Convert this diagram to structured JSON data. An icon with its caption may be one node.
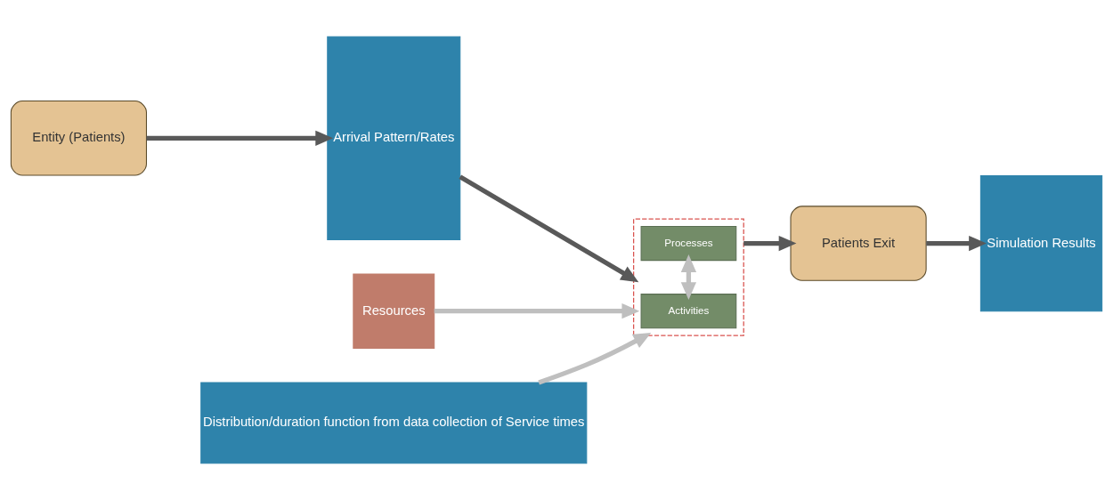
{
  "diagram": {
    "nodes": [
      {
        "text": [
          "Entity (Patients)"
        ]
      },
      {
        "text": [
          "Arrival Pattern/Rates"
        ]
      },
      {
        "text": [
          "Resources"
        ]
      },
      {
        "text": [],
        "shape": "box"
      },
      {
        "text": [
          "Activities"
        ],
        "in": 3
      },
      {
        "text": [
          "Processes"
        ],
        "in": 3
      },
      {
        "text": [
          "Patients Exit"
        ]
      },
      {
        "text": [
          "Simulation Results"
        ]
      },
      {
        "text": [
          "Distribution/duration function from data collection of Service times"
        ]
      }
    ],
    "edges": [
      {
        "from": 0,
        "to": 1,
        "arrow": "to"
      },
      {
        "from": 1,
        "to": 3,
        "arrow": "to"
      },
      {
        "from": 2,
        "to": 3,
        "arrow": "to",
        "color": "#bfbfbf"
      },
      {
        "from": 4,
        "to": 5,
        "arrow": "both",
        "color": "#bfbfbf"
      },
      {
        "from": 8,
        "to": 3,
        "arrow": "to",
        "color": "#bfbfbf"
      },
      {
        "from": 3,
        "to": 6,
        "arrow": "to"
      },
      {
        "from": 6,
        "to": 7,
        "arrow": "to"
      }
    ]
  }
}
